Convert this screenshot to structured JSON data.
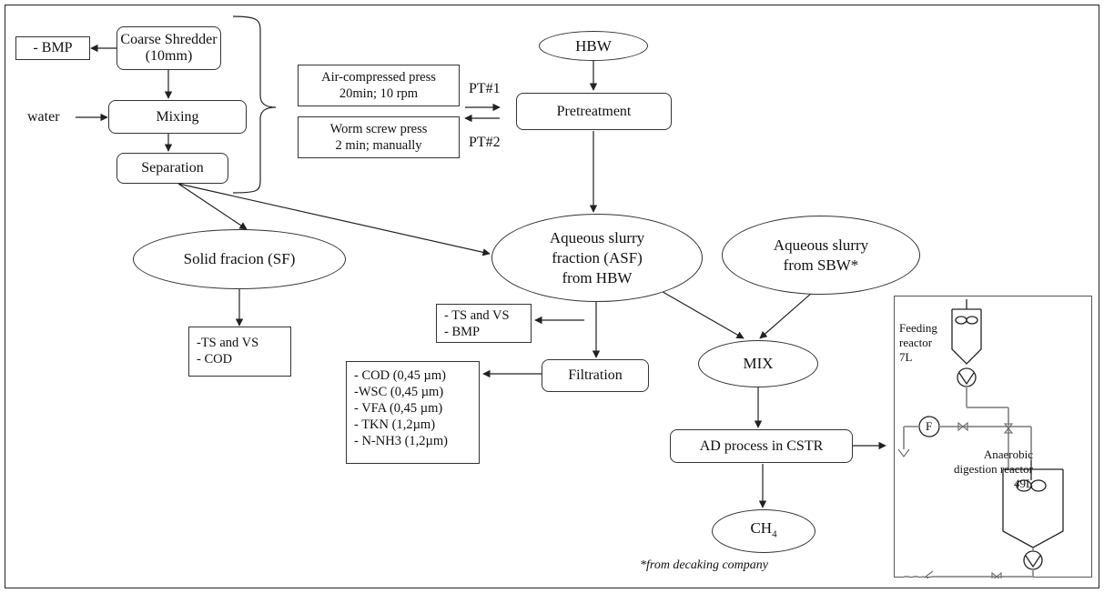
{
  "nodes": {
    "bmp_left": "- BMP",
    "coarse_shredder": [
      "Coarse Shredder",
      "(10mm)"
    ],
    "water": "water",
    "mixing": "Mixing",
    "separation": "Separation",
    "air_press": [
      "Air-compressed press",
      "20min;  10 rpm"
    ],
    "worm_press": [
      "Worm screw press",
      "2 min;  manually"
    ],
    "pt1": "PT#1",
    "pt2": "PT#2",
    "hbw": "HBW",
    "pretreatment": "Pretreatment",
    "solid_fraction": "Solid fracion (SF)",
    "asf": [
      "Aqueous slurry",
      "fraction (ASF)",
      "from HBW"
    ],
    "sbw": [
      "Aqueous slurry",
      "from SBW*"
    ],
    "sf_analysis": [
      "-TS and VS",
      "- COD"
    ],
    "ts_vs_bmp": [
      "- TS and VS",
      "- BMP"
    ],
    "mix": "MIX",
    "filtration": "Filtration",
    "filtration_list": [
      "- COD (0,45 µm)",
      "-WSC (0,45 µm)",
      "- VFA (0,45 µm)",
      "- TKN (1,2µm)",
      "- N-NH3 (1,2µm)"
    ],
    "ad_process": "AD process in CSTR",
    "ch4_main": "CH",
    "ch4_sub": "4",
    "footnote": "*from decaking company"
  },
  "reactor_panel": {
    "feeding_label": [
      "Feeding",
      "reactor",
      "7L"
    ],
    "anaerobic_label": [
      "Anaerobic",
      "digestion  reactor",
      "49L"
    ],
    "flow_meter": "F"
  },
  "colors": {
    "line": "#222222",
    "pipe": "#9a9a9a",
    "box_border": "#333333"
  }
}
